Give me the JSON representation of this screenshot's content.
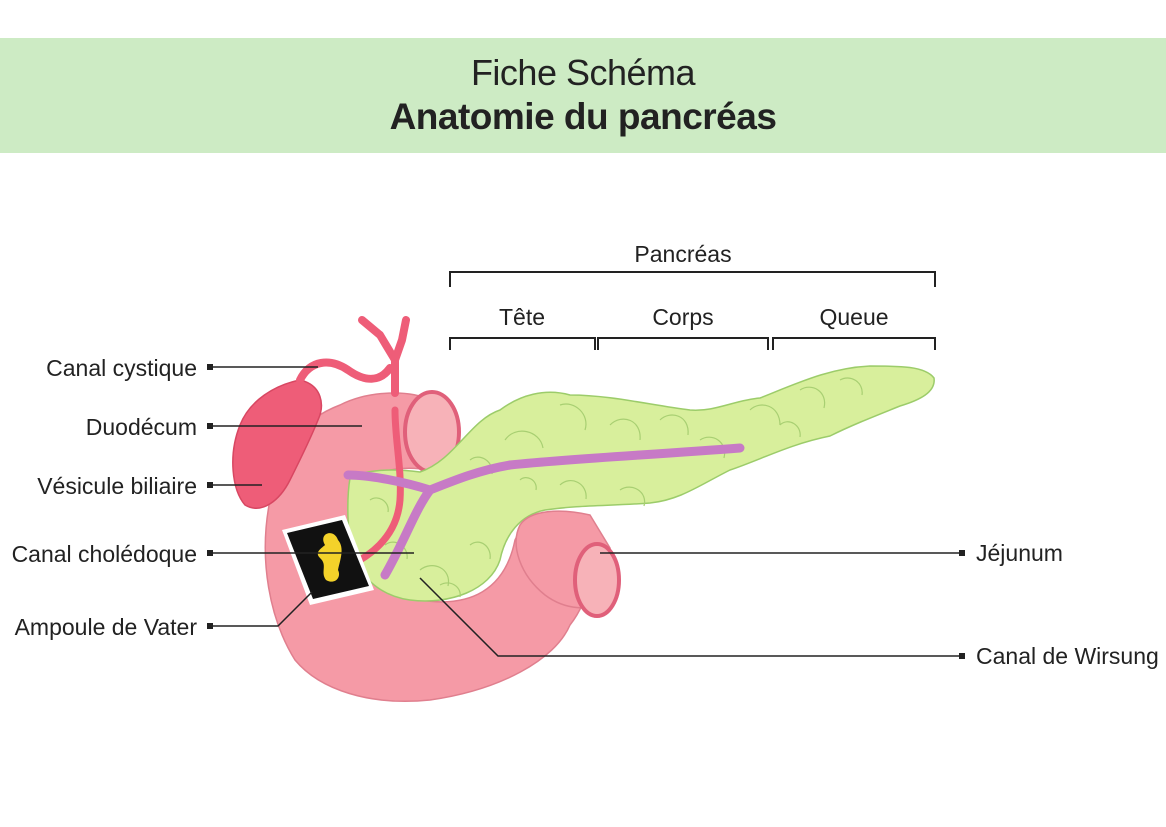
{
  "header": {
    "line1": "Fiche Schéma",
    "line2": "Anatomie du pancréas"
  },
  "colors": {
    "header_band": "#cdebc4",
    "duodenum": "#f59aa6",
    "gallbladder": "#ee5d78",
    "pancreas": "#d8ef9c",
    "wirsung_duct": "#c77ac6",
    "ampulla_box": "#111111",
    "ampulla_papilla": "#f4d22a"
  },
  "labels": {
    "pancreas": "Pancréas",
    "tete": "Tête",
    "corps": "Corps",
    "queue": "Queue",
    "canal_cystique": "Canal cystique",
    "duodenum": "Duodécum",
    "vesicule_biliaire": "Vésicule biliaire",
    "canal_choledoque": "Canal cholédoque",
    "ampoule_de_vater": "Ampoule de Vater",
    "jejunum": "Jéjunum",
    "canal_de_wirsung": "Canal de Wirsung"
  }
}
